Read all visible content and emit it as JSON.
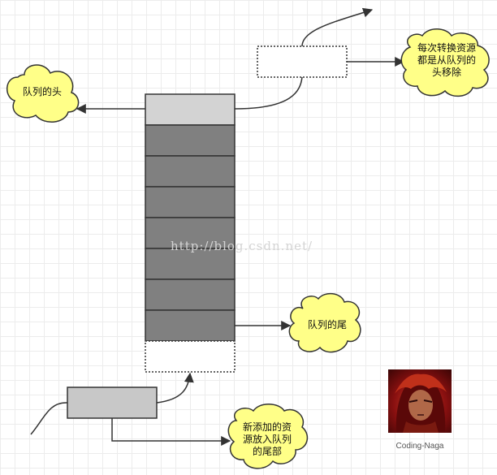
{
  "labels": {
    "queue_head": "队列的头",
    "queue_tail": "队列的尾",
    "remove_note": [
      "每次转换资源",
      "都是从队列的",
      "头移除"
    ],
    "add_note": [
      "新添加的资",
      "源放入队列",
      "的尾部"
    ]
  },
  "watermark": "http://blog.csdn.net/",
  "avatar_caption": "Coding-Naga",
  "colors": {
    "cloud_fill": "#ffff88",
    "cell_dark": "#808080",
    "cell_light": "#d3d3d3",
    "line": "#333333"
  },
  "icons": {
    "avatar": "warrior-portrait-icon"
  }
}
